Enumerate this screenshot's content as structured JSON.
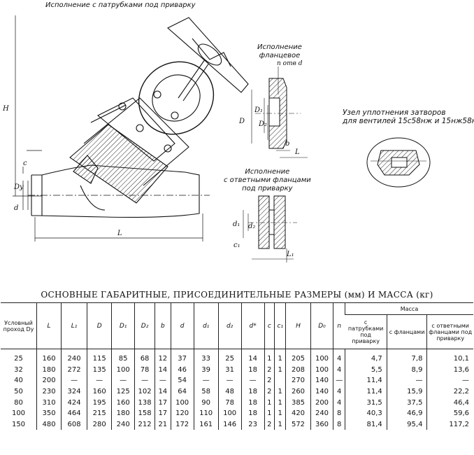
{
  "captions": {
    "weld_version": "Исполнение с патрубками под приварку",
    "flange_version": "Исполнение\nфланцевое",
    "counter_flange_version": "Исполнение\nс ответными фланцами\nпод приварку",
    "seal_unit": "Узел уплотнения затворов\nдля вентилей 15с58нж и 15нж58нж"
  },
  "drawing_labels": {
    "H": "H",
    "L": "L",
    "L1": "L₁",
    "D": "D",
    "D1": "D₁",
    "D2": "D₂",
    "Dy": "Dу",
    "d": "d",
    "d1": "d₁",
    "d2": "d₂",
    "c": "c",
    "c1": "c₁",
    "b": "b",
    "n_otv": "n отв d"
  },
  "table": {
    "title": "ОСНОВНЫЕ ГАБАРИТНЫЕ, ПРИСОЕДИНИТЕЛЬНЫЕ РАЗМЕРЫ (мм) И МАССА (кг)",
    "headers": [
      "Условный проход Dу",
      "L",
      "L₁",
      "D",
      "D₁",
      "D₂",
      "b",
      "d",
      "d₁",
      "d₂",
      "d*",
      "c",
      "c₁",
      "H",
      "D₀",
      "n"
    ],
    "mass_header": "Масса",
    "mass_subheaders": [
      "с патрубками под приварку",
      "с фланцами",
      "с ответными фланцами под приварку"
    ],
    "rows": [
      [
        "25",
        "160",
        "240",
        "115",
        "85",
        "68",
        "12",
        "37",
        "33",
        "25",
        "14",
        "1",
        "1",
        "205",
        "100",
        "4",
        "4,7",
        "7,8",
        "10,1"
      ],
      [
        "32",
        "180",
        "272",
        "135",
        "100",
        "78",
        "14",
        "46",
        "39",
        "31",
        "18",
        "2",
        "1",
        "208",
        "100",
        "4",
        "5,5",
        "8,9",
        "13,6"
      ],
      [
        "40",
        "200",
        "—",
        "—",
        "—",
        "—",
        "—",
        "54",
        "—",
        "—",
        "—",
        "2",
        "",
        "270",
        "140",
        "—",
        "11,4",
        "—",
        "—"
      ],
      [
        "50",
        "230",
        "324",
        "160",
        "125",
        "102",
        "14",
        "64",
        "58",
        "48",
        "18",
        "2",
        "1",
        "260",
        "140",
        "4",
        "11,4",
        "15,9",
        "22,2"
      ],
      [
        "80",
        "310",
        "424",
        "195",
        "160",
        "138",
        "17",
        "100",
        "90",
        "78",
        "18",
        "1",
        "1",
        "385",
        "200",
        "4",
        "31,5",
        "37,5",
        "46,4"
      ],
      [
        "100",
        "350",
        "464",
        "215",
        "180",
        "158",
        "17",
        "120",
        "110",
        "100",
        "18",
        "1",
        "1",
        "420",
        "240",
        "8",
        "40,3",
        "46,9",
        "59,6"
      ],
      [
        "150",
        "480",
        "608",
        "280",
        "240",
        "212",
        "21",
        "172",
        "161",
        "146",
        "23",
        "2",
        "1",
        "572",
        "360",
        "8",
        "81,4",
        "95,4",
        "117,2"
      ]
    ]
  }
}
